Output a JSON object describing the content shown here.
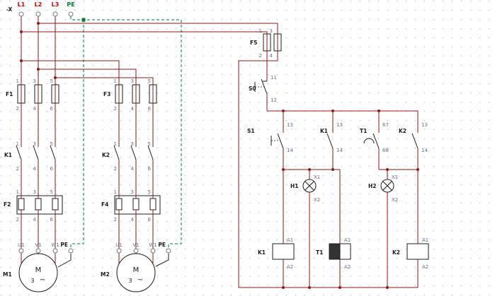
{
  "supply": {
    "terminal_block": "-X",
    "phases": [
      "L1",
      "L2",
      "L3"
    ],
    "pe": "PE"
  },
  "motor1": {
    "fuse_ref": "F1",
    "contactor_ref": "K1",
    "overload_ref": "F2",
    "motor_ref": "M1",
    "pins_top": [
      "1",
      "3",
      "5"
    ],
    "pins_bottom": [
      "2",
      "4",
      "6"
    ],
    "terminals": [
      "U1",
      "V1",
      "W1",
      "PE"
    ],
    "motor_letter": "M",
    "motor_phase_count": "3",
    "motor_ac_symbol": "~"
  },
  "motor2": {
    "fuse_ref": "F3",
    "contactor_ref": "K2",
    "overload_ref": "F4",
    "motor_ref": "M2",
    "pins_top": [
      "1",
      "3",
      "5"
    ],
    "pins_bottom": [
      "2",
      "4",
      "6"
    ],
    "terminals": [
      "U1",
      "V1",
      "W1",
      "PE"
    ],
    "motor_letter": "M",
    "motor_phase_count": "3",
    "motor_ac_symbol": "~"
  },
  "control": {
    "fuse_f5": {
      "ref": "F5",
      "pins_top": [
        "1",
        "3"
      ],
      "pins_bottom": [
        "2",
        "4"
      ]
    },
    "stop_button_s0": {
      "ref": "S0",
      "pin_top": "11",
      "pin_bottom": "12"
    },
    "start_button_s1": {
      "ref": "S1",
      "pin_top": "13",
      "pin_bottom": "14"
    },
    "k1_aux_contact": {
      "ref": "K1",
      "pin_top": "13",
      "pin_bottom": "14"
    },
    "t1_timed_contact": {
      "ref": "T1",
      "pin_top": "67",
      "pin_bottom": "68"
    },
    "k2_aux_contact": {
      "ref": "K2",
      "pin_top": "13",
      "pin_bottom": "14"
    },
    "lamp_h1": {
      "ref": "H1",
      "pin_top": "X1",
      "pin_bottom": "X2"
    },
    "lamp_h2": {
      "ref": "H2",
      "pin_top": "X1",
      "pin_bottom": "X2"
    },
    "coil_k1": {
      "ref": "K1",
      "pin_top": "A1",
      "pin_bottom": "A2"
    },
    "coil_t1": {
      "ref": "T1",
      "pin_top": "A1",
      "pin_bottom": "A2"
    },
    "coil_k2": {
      "ref": "K2",
      "pin_top": "A1",
      "pin_bottom": "A2"
    }
  },
  "colors": {
    "wire": "#8b1a1a",
    "pe_green": "#007a33",
    "pin_text": "#5f7188",
    "ink": "#1c1c1c",
    "phase_label": "#cc0000",
    "grid_dot": "#b3c2d6"
  }
}
